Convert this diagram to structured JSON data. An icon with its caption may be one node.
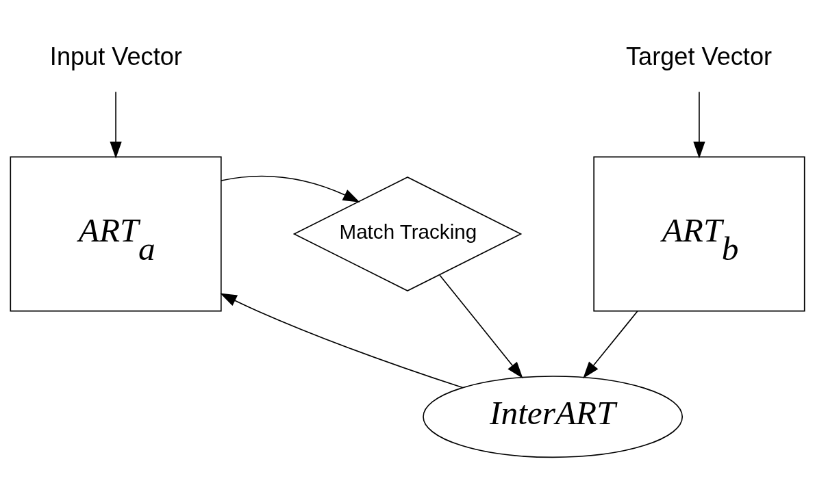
{
  "diagram": {
    "nodes": [
      {
        "text": [
          "Input Vector"
        ]
      },
      {
        "text": [
          "ART$_{a}$"
        ]
      },
      {
        "text": [
          "Match Tracking"
        ]
      },
      {
        "text": [
          "Target Vector"
        ]
      },
      {
        "text": [
          "ART$_{b}$"
        ]
      },
      {
        "text": [
          "InterART"
        ]
      }
    ],
    "edges": [
      {
        "from": 0,
        "to": 1,
        "arrow": "to"
      },
      {
        "from": 3,
        "to": 4,
        "arrow": "to"
      },
      {
        "from": 1,
        "to": 2,
        "arrow": "to"
      },
      {
        "from": 2,
        "to": 5,
        "arrow": "to"
      },
      {
        "from": 5,
        "to": 1,
        "arrow": "to"
      },
      {
        "from": 4,
        "to": 5,
        "arrow": "to"
      }
    ]
  }
}
